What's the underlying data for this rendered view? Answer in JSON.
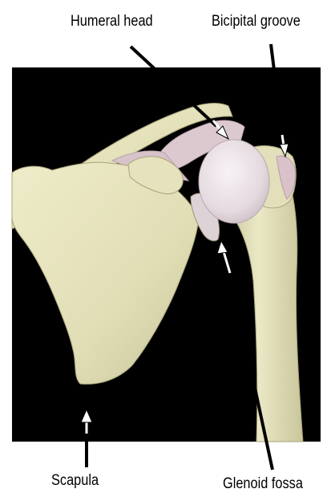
{
  "labels": {
    "humeral_head": "Humeral head",
    "bicipital_groove": "Bicipital groove",
    "scapula": "Scapula",
    "glenoid_fossa": "Glenoid fossa"
  },
  "colors": {
    "background": "#000000",
    "bone": "#e6e4be",
    "bone_shadow": "#b9b58c",
    "cartilage": "#dcc9cf",
    "humeral_head": "#ece4ea"
  }
}
